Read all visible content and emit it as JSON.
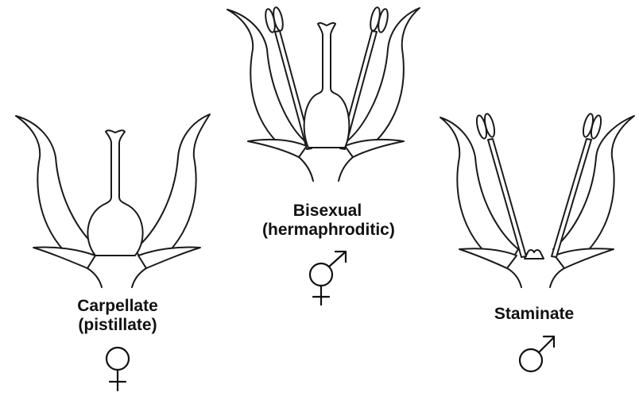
{
  "flowers": [
    {
      "id": "carpellate",
      "label_line1": "Carpellate",
      "label_line2": "(pistillate)",
      "symbol": "female-symbol"
    },
    {
      "id": "bisexual",
      "label_line1": "Bisexual",
      "label_line2": "(hermaphroditic)",
      "symbol": "hermaphrodite-symbol"
    },
    {
      "id": "staminate",
      "label_line1": "Staminate",
      "symbol": "male-symbol"
    }
  ],
  "colors": {
    "line": "#1a1a1a",
    "background": "#ffffff"
  }
}
